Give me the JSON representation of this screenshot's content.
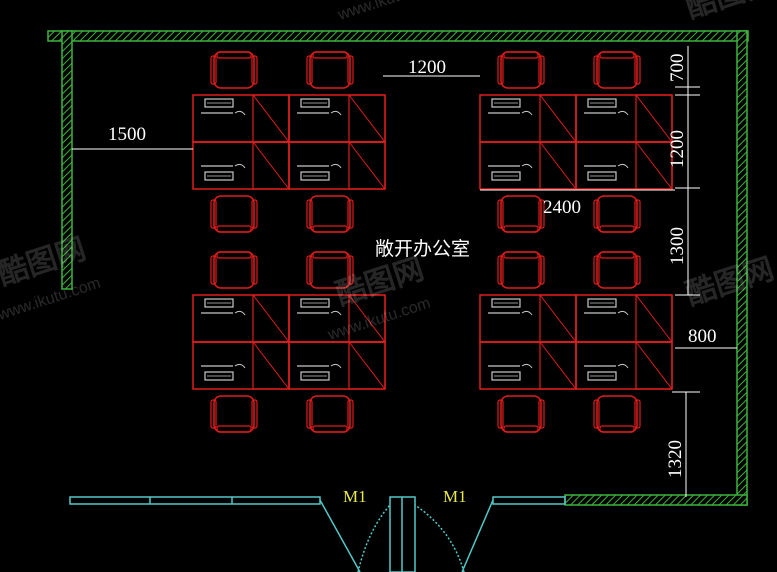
{
  "room_label": "敞开办公室",
  "dimensions": {
    "aisle_gap": "1200",
    "left_clearance": "1500",
    "chair_depth": "700",
    "desk_depth": "1200",
    "desk_width": "2400",
    "row_spacing": "1300",
    "side_clearance": "800",
    "front_clearance": "1320"
  },
  "doors": {
    "left": "M1",
    "right": "M1"
  },
  "watermark": {
    "logo": "酷图网",
    "url": "www.ikutu.com"
  },
  "colors": {
    "wall": "#3cb43c",
    "furniture": "#e01c1c",
    "equipment": "#c8c8c8",
    "dimension": "#ffffff",
    "door": "#52c8c8",
    "label": "#e8e84a"
  }
}
